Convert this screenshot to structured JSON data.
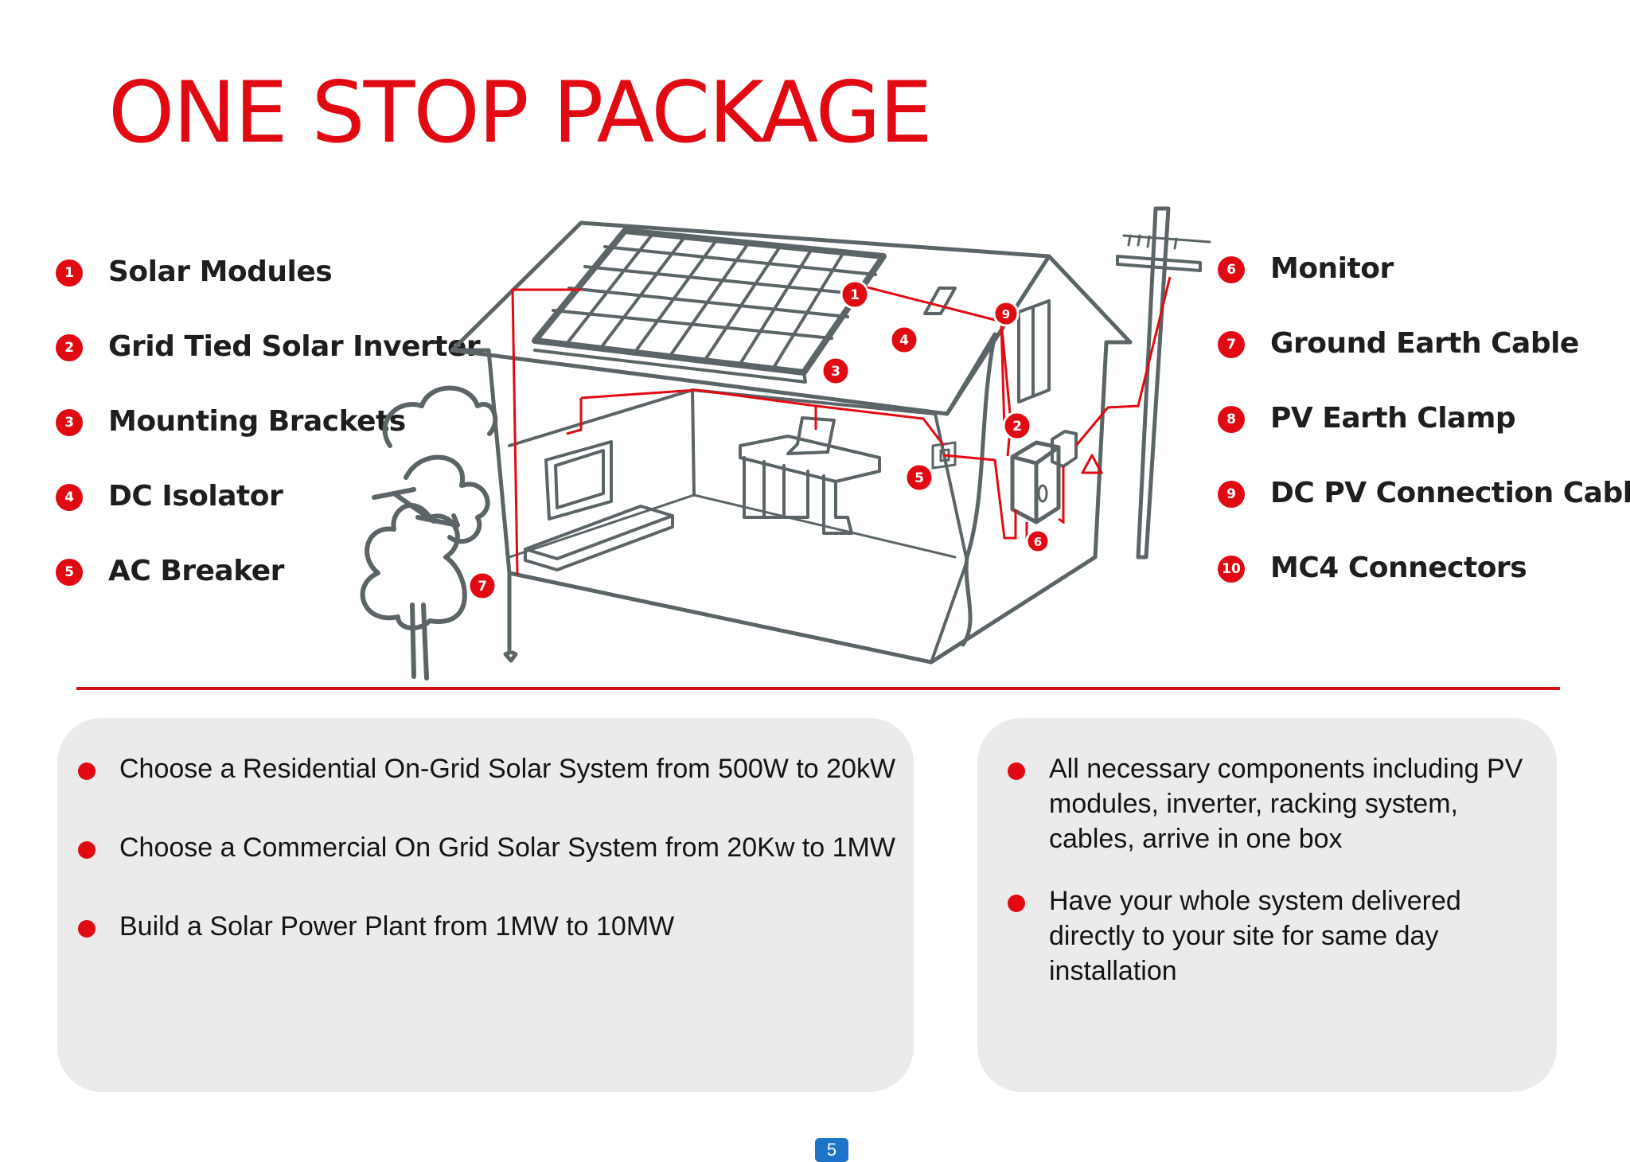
{
  "title": "ONE STOP PACKAGE",
  "colors": {
    "brand_red": "#e10a13",
    "line_gray": "#5b6466",
    "panel_bg": "#ecebec",
    "page_badge_blue": "#1d74c8"
  },
  "legend_left": [
    {
      "number": "1",
      "label": "Solar Modules"
    },
    {
      "number": "2",
      "label": "Grid Tied Solar Inverter"
    },
    {
      "number": "3",
      "label": "Mounting Brackets"
    },
    {
      "number": "4",
      "label": "DC Isolator"
    },
    {
      "number": "5",
      "label": "AC Breaker"
    }
  ],
  "legend_right": [
    {
      "number": "6",
      "label": "Monitor"
    },
    {
      "number": "7",
      "label": "Ground Earth Cable"
    },
    {
      "number": "8",
      "label": "PV Earth Clamp"
    },
    {
      "number": "9",
      "label": "DC PV Connection Cables"
    },
    {
      "number": "10",
      "label": "MC4 Connectors"
    }
  ],
  "diagram_callouts": [
    "1",
    "2",
    "3",
    "4",
    "5",
    "6",
    "7",
    "9"
  ],
  "panel_left": [
    "Choose a Residential On-Grid Solar System from 500W to 20kW",
    "Choose a Commercial On Grid Solar System from 20Kw to 1MW",
    "Build a Solar Power Plant from 1MW to 10MW"
  ],
  "panel_right": [
    "All necessary components including PV modules, inverter, racking system, cables, arrive in one box",
    "Have your whole system delivered directly to your site for same day installation"
  ],
  "page_number": "5"
}
